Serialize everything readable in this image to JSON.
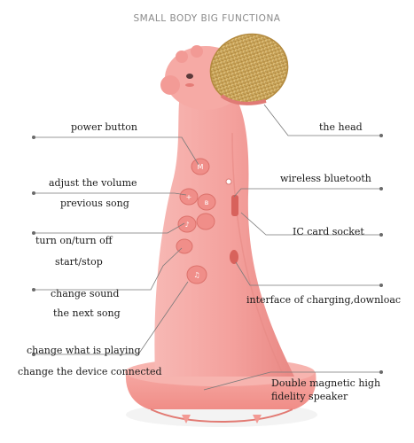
{
  "title": "SMALL BODY BIG FUNCTIONA",
  "labels": {
    "power_button": "power button",
    "adjust_volume": "adjust the volume",
    "previous_song": "previous song",
    "turn_on_off": "turn on/turn off",
    "start_stop": "start/stop",
    "change_sound": "change sound",
    "next_song": "the next song",
    "change_playing": "change what is playing",
    "change_device": "change the device connected",
    "the_head": "the head",
    "wireless_bluetooth": "wireless bluetooth",
    "ic_card_socket": "IC card socket",
    "charging_interface": "interface of charging,downloac",
    "speaker_line1": "Double magnetic high",
    "speaker_line2": "fidelity speaker"
  },
  "button_glyphs": {
    "mode": "M",
    "volume": "+",
    "bluetooth": "ʙ",
    "play": "♪",
    "sound": "♫"
  },
  "colors": {
    "body": "#f5a6a3",
    "body_dark": "#e8827f",
    "mesh": "#d8b56a",
    "line": "#7a7a7a",
    "text": "#1a1a1a",
    "title": "#8a8a8a"
  }
}
